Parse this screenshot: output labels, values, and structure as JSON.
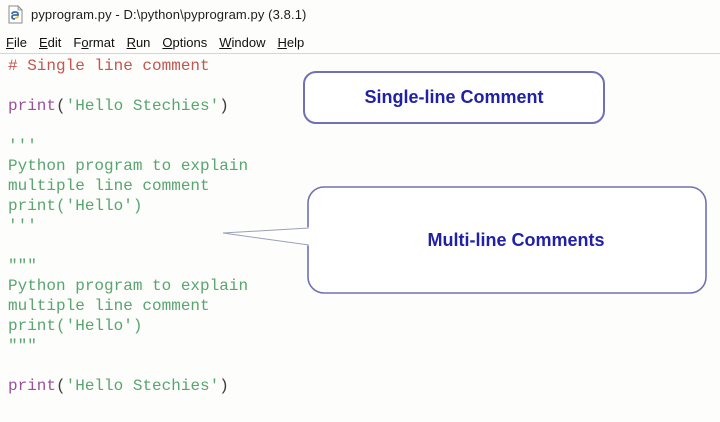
{
  "window": {
    "title": "pyprogram.py - D:\\python\\pyprogram.py (3.8.1)",
    "icon": "python-file-icon"
  },
  "menu": {
    "items": [
      {
        "label": "File",
        "u": 0
      },
      {
        "label": "Edit",
        "u": 0
      },
      {
        "label": "Format",
        "u": 1
      },
      {
        "label": "Run",
        "u": 0
      },
      {
        "label": "Options",
        "u": 0
      },
      {
        "label": "Window",
        "u": 0
      },
      {
        "label": "Help",
        "u": 0
      }
    ]
  },
  "code": {
    "lines": [
      [
        {
          "t": "# Single line comment",
          "c": "com"
        }
      ],
      [],
      [
        {
          "t": "print",
          "c": "kw"
        },
        {
          "t": "(",
          "c": "pln"
        },
        {
          "t": "'Hello Stechies'",
          "c": "str"
        },
        {
          "t": ")",
          "c": "pln"
        }
      ],
      [],
      [
        {
          "t": "'''",
          "c": "str"
        }
      ],
      [
        {
          "t": "Python program to explain",
          "c": "str"
        }
      ],
      [
        {
          "t": "multiple line comment",
          "c": "str"
        }
      ],
      [
        {
          "t": "print('Hello')",
          "c": "str"
        }
      ],
      [
        {
          "t": "'''",
          "c": "str"
        }
      ],
      [],
      [
        {
          "t": "\"\"\"",
          "c": "str"
        }
      ],
      [
        {
          "t": "Python program to explain",
          "c": "str"
        }
      ],
      [
        {
          "t": "multiple line comment",
          "c": "str"
        }
      ],
      [
        {
          "t": "print('Hello')",
          "c": "str"
        }
      ],
      [
        {
          "t": "\"\"\"",
          "c": "str"
        }
      ],
      [],
      [
        {
          "t": "print",
          "c": "kw"
        },
        {
          "t": "(",
          "c": "pln"
        },
        {
          "t": "'Hello Stechies'",
          "c": "str"
        },
        {
          "t": ")",
          "c": "pln"
        }
      ]
    ]
  },
  "callouts": {
    "single_label": "Single-line Comment",
    "multi_label": "Multi-line Comments"
  },
  "colors": {
    "comment_red": "#c4554f",
    "builtin_purple": "#9b4f9b",
    "string_green": "#58a570",
    "code_black": "#3a3a3a",
    "bubble_border": "#7070b5",
    "bubble_text": "#2121a8",
    "tail_line": "#9aa0b8"
  }
}
